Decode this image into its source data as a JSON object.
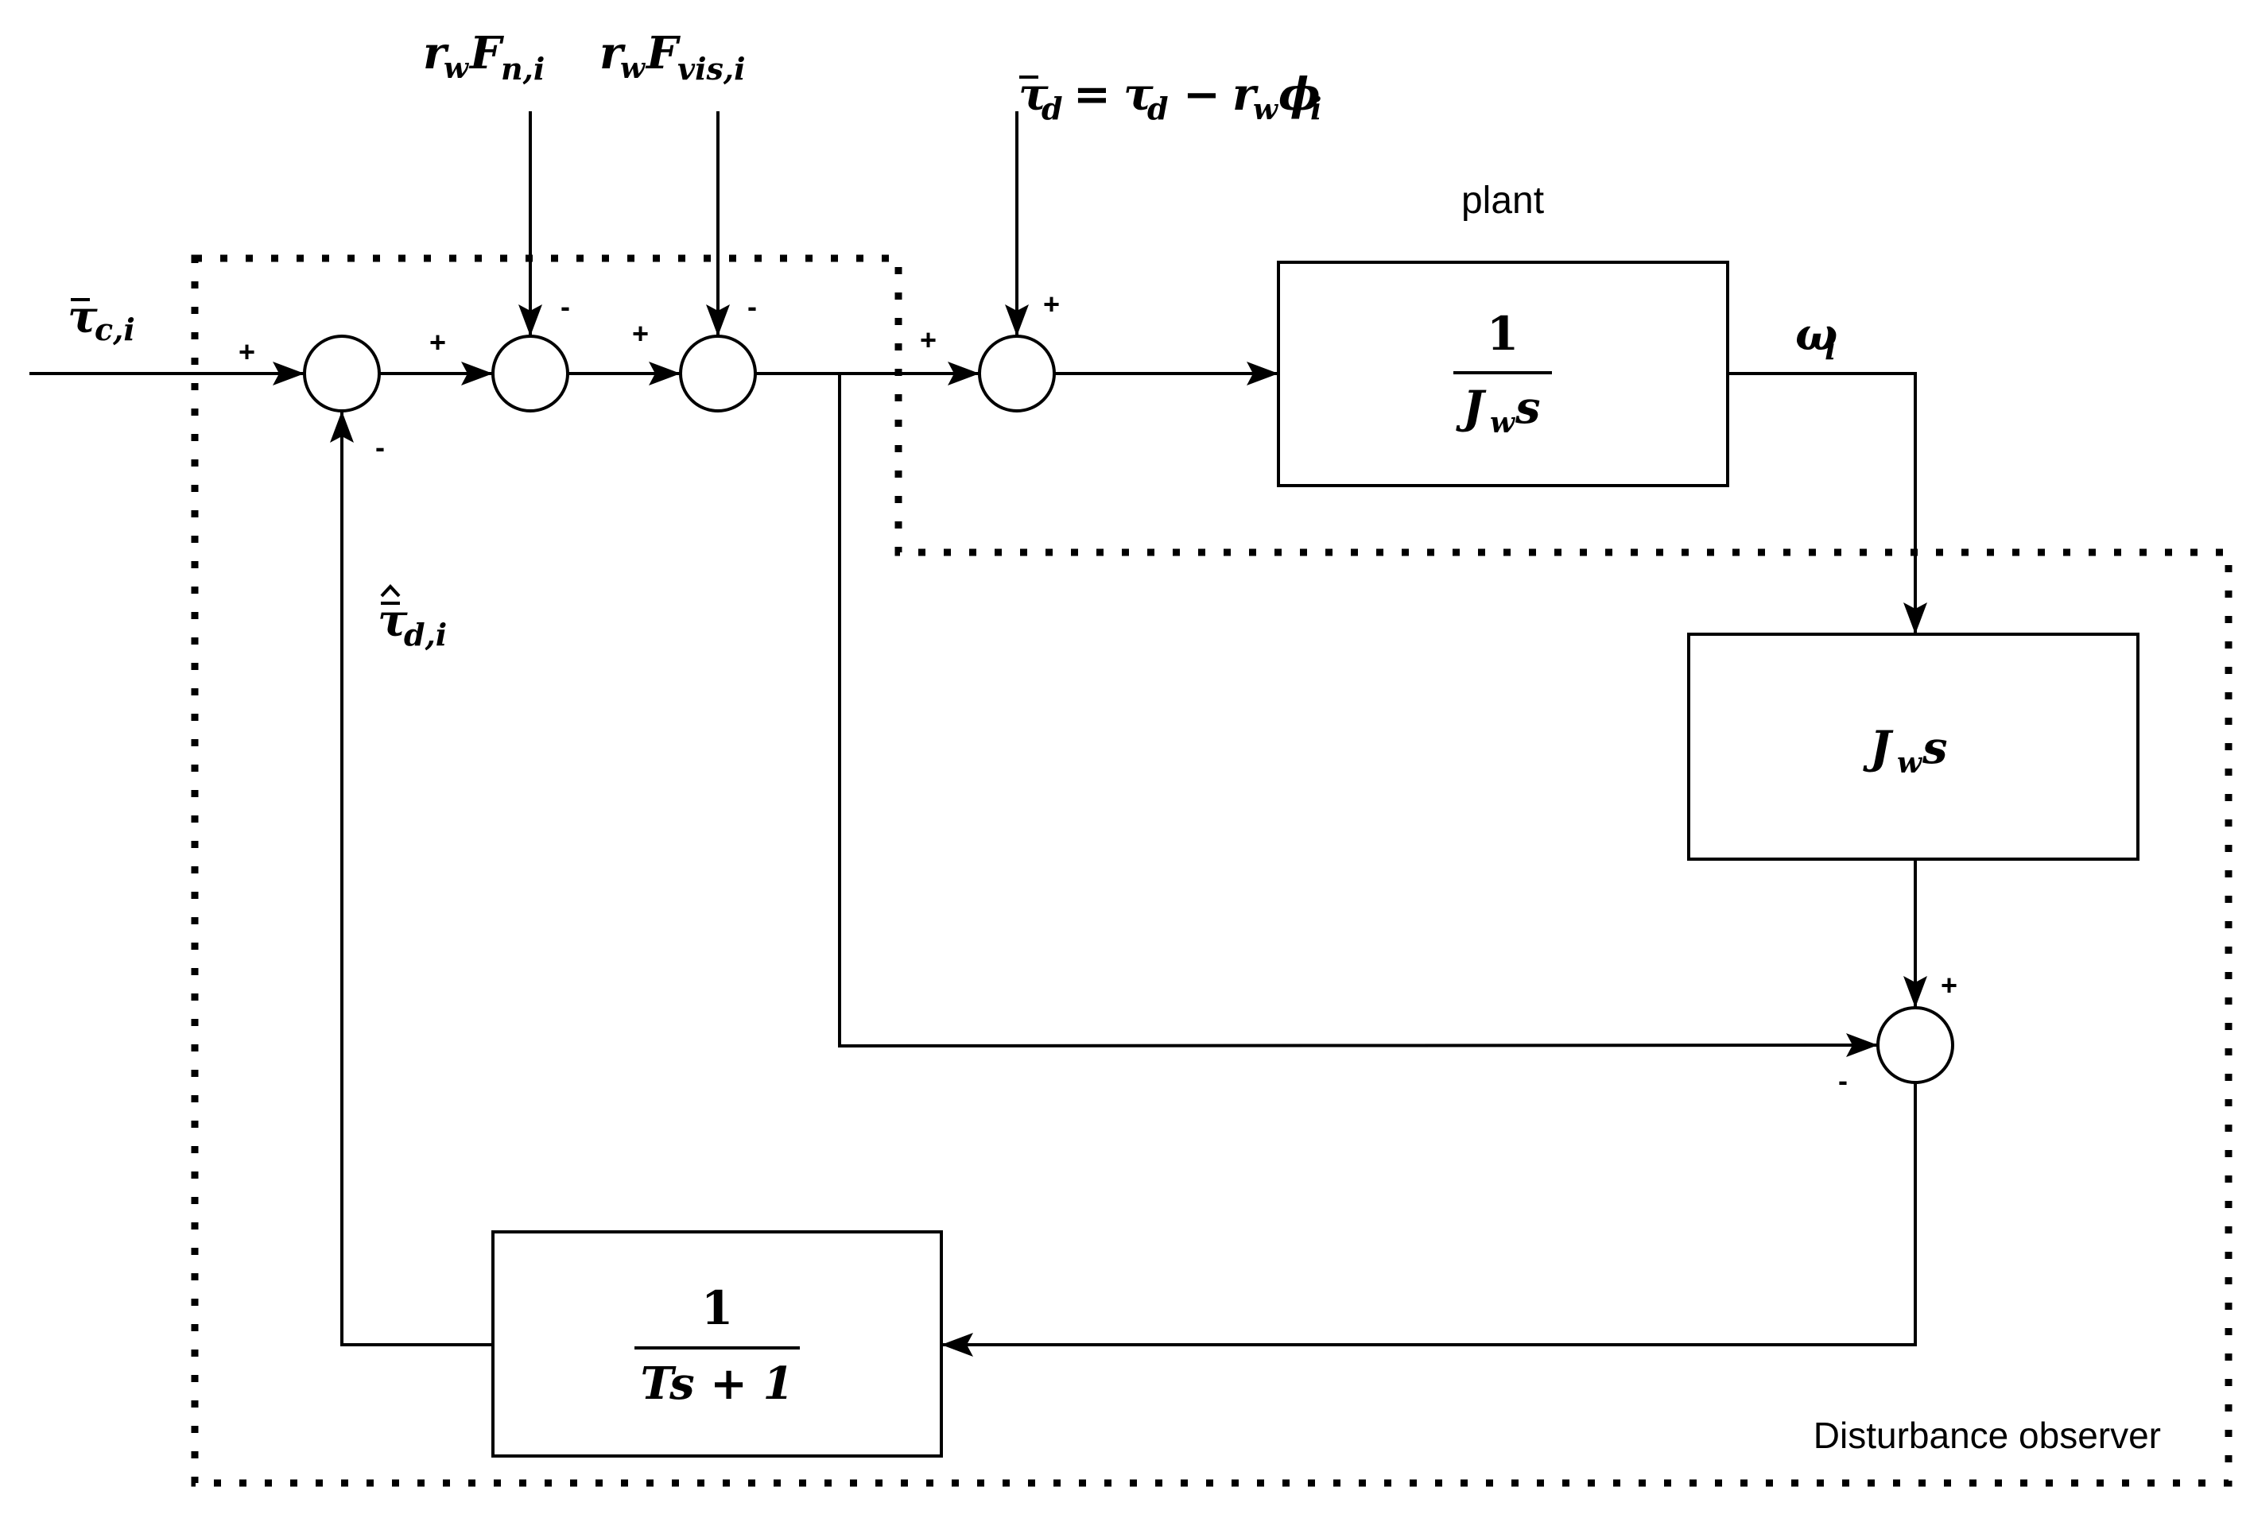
{
  "labels": {
    "plant": "plant",
    "observer": "Disturbance observer"
  },
  "signals": {
    "tau_c_base": "τ",
    "tau_c_sub": "c,i",
    "rwFn_r": "r",
    "rwFn_w": "w",
    "rwFn_F": "F",
    "rwFn_sub": "n,i",
    "rwFvis_r": "r",
    "rwFvis_w": "w",
    "rwFvis_F": "F",
    "rwFvis_sub": "vis,i",
    "taud_lhs": "τ",
    "taud_lhs_sub": "d",
    "taud_eq": "=",
    "taud_t": "τ",
    "taud_t_sub": "d",
    "taud_minus": "−",
    "taud_r": "r",
    "taud_w": "w",
    "taud_phi": "ϕ",
    "taud_phi_sub": "i",
    "omega": "ω",
    "omega_sub": "i",
    "tauhat_base": "τ",
    "tauhat_sub": "d,i"
  },
  "blocks": {
    "plant_num": "1",
    "plant_den_J": "J",
    "plant_den_sub": "w",
    "plant_den_s": "s",
    "model_J": "J",
    "model_sub": "w",
    "model_s": "s",
    "filter_num": "1",
    "filter_den": "Ts + 1"
  },
  "signs": {
    "s1_in": "+",
    "s1_fb": "-",
    "s2_in": "+",
    "s2_top": "-",
    "s3_in": "+",
    "s3_top": "-",
    "s4_in": "+",
    "s4_top": "+",
    "s5_top": "+",
    "s5_left": "-"
  }
}
